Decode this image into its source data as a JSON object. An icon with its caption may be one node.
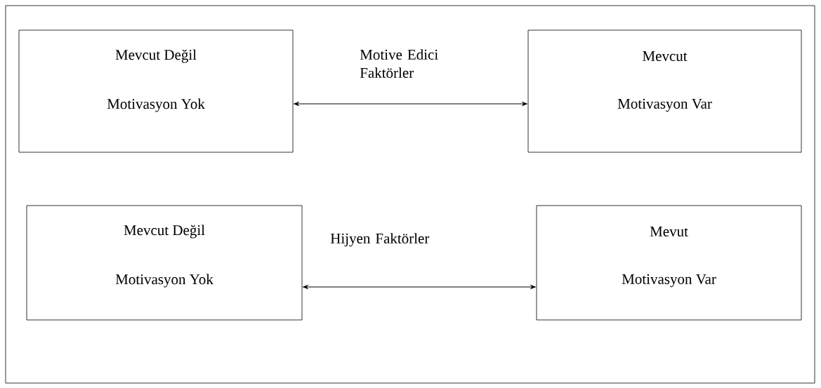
{
  "diagram": {
    "nodes": [
      {
        "text": [
          "Mevcut Değil",
          "Motivasyon Yok"
        ]
      },
      {
        "text": [
          "Mevcut",
          "Motivasyon Var"
        ]
      },
      {
        "text": [
          "Mevcut Değil",
          "Motivasyon Yok"
        ]
      },
      {
        "text": [
          "Mevut",
          "Motivasyon Var"
        ]
      }
    ],
    "edges": [
      {
        "from": 0,
        "to": 1,
        "arrow": "both",
        "label": "Motive Edici Faktörler"
      },
      {
        "from": 2,
        "to": 3,
        "arrow": "both",
        "label": "Hijyen Faktörler"
      }
    ]
  }
}
